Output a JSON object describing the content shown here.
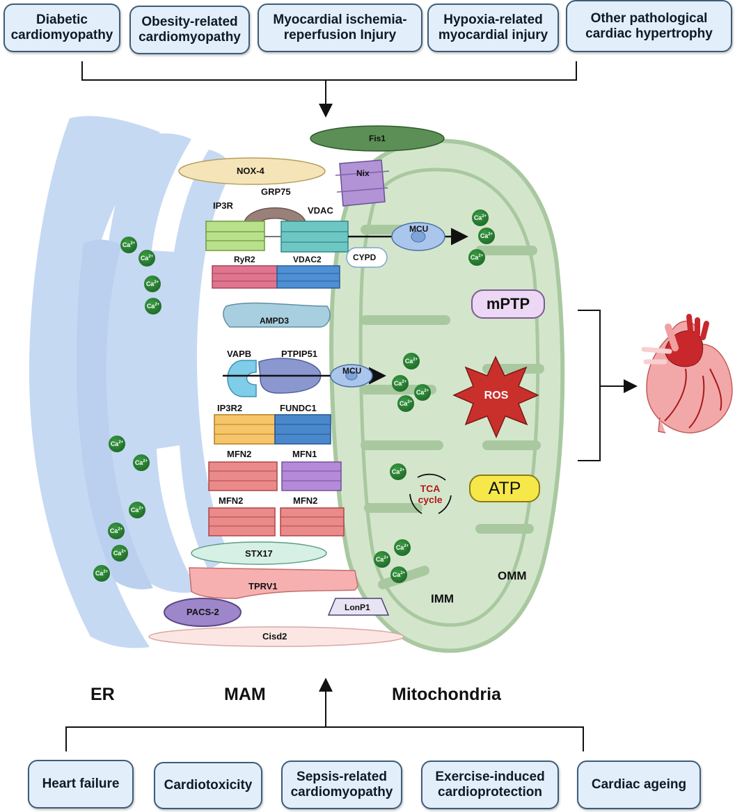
{
  "top_conditions": [
    {
      "label": "Diabetic\ncardiomyopathy"
    },
    {
      "label": "Obesity-related\ncardiomyopathy"
    },
    {
      "label": "Myocardial ischemia-\nreperfusion Injury"
    },
    {
      "label": "Hypoxia-related\nmyocardial injury"
    },
    {
      "label": "Other pathological\ncardiac hypertrophy"
    }
  ],
  "bottom_conditions": [
    {
      "label": "Heart failure"
    },
    {
      "label": "Cardiotoxicity"
    },
    {
      "label": "Sepsis-related\ncardiomyopathy"
    },
    {
      "label": "Exercise-induced\ncardioprotection"
    },
    {
      "label": "Cardiac ageing"
    }
  ],
  "compartments": {
    "er": "ER",
    "mam": "MAM",
    "mito": "Mitochondria",
    "omm": "OMM",
    "imm": "IMM"
  },
  "proteins": {
    "fis1": "Fis1",
    "nox4": "NOX-4",
    "nix": "Nix",
    "grp75": "GRP75",
    "ip3r": "IP3R",
    "vdac": "VDAC",
    "mcu": "MCU",
    "cypd": "CYPD",
    "ryr2": "RyR2",
    "vdac2": "VDAC2",
    "ampd3": "AMPD3",
    "vapb": "VAPB",
    "ptpip51": "PTPIP51",
    "ip3r2": "IP3R2",
    "fundc1": "FUNDC1",
    "mfn2": "MFN2",
    "mfn1": "MFN1",
    "stx17": "STX17",
    "tprv1": "TPRV1",
    "pacs2": "PACS-2",
    "lonp1": "LonP1",
    "cisd2": "Cisd2"
  },
  "mito_products": {
    "mptp": "mPTP",
    "ros": "ROS",
    "atp": "ATP",
    "tca_line1": "TCA",
    "tca_line2": "cycle"
  },
  "calcium": {
    "base": "Ca",
    "charge": "2+"
  },
  "colors": {
    "box_fill": "#e2eef9",
    "box_border": "#3d5c78",
    "er": "#c6d9f3",
    "mito": "#d3e6cc",
    "calcium": "#1f7a2a",
    "ros": "#c9302c",
    "atp": "#f7e84a",
    "mptp": "#ecd7f5"
  }
}
